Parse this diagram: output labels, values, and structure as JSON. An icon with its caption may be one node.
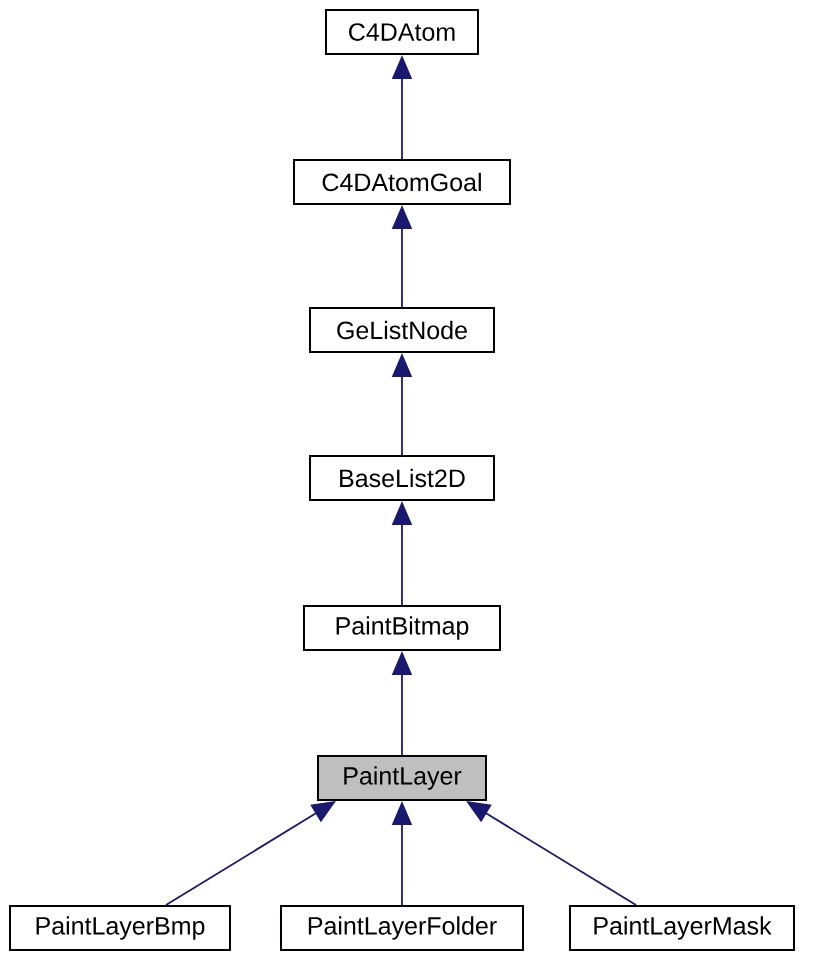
{
  "diagram": {
    "nodes": [
      {
        "text": [
          "C4DAtom"
        ]
      },
      {
        "text": [
          "C4DAtomGoal"
        ]
      },
      {
        "text": [
          "GeListNode"
        ]
      },
      {
        "text": [
          "BaseList2D"
        ]
      },
      {
        "text": [
          "PaintBitmap"
        ]
      },
      {
        "text": [
          "PaintLayer"
        ]
      },
      {
        "text": [
          "PaintLayerBmp"
        ]
      },
      {
        "text": [
          "PaintLayerFolder"
        ]
      },
      {
        "text": [
          "PaintLayerMask"
        ]
      }
    ],
    "edges": [
      {
        "from": 1,
        "to": 0,
        "arrow": "to"
      },
      {
        "from": 2,
        "to": 1,
        "arrow": "to"
      },
      {
        "from": 3,
        "to": 2,
        "arrow": "to"
      },
      {
        "from": 4,
        "to": 3,
        "arrow": "to"
      },
      {
        "from": 5,
        "to": 4,
        "arrow": "to"
      },
      {
        "from": 6,
        "to": 5,
        "arrow": "to"
      },
      {
        "from": 7,
        "to": 5,
        "arrow": "to"
      },
      {
        "from": 8,
        "to": 5,
        "arrow": "to"
      }
    ]
  }
}
